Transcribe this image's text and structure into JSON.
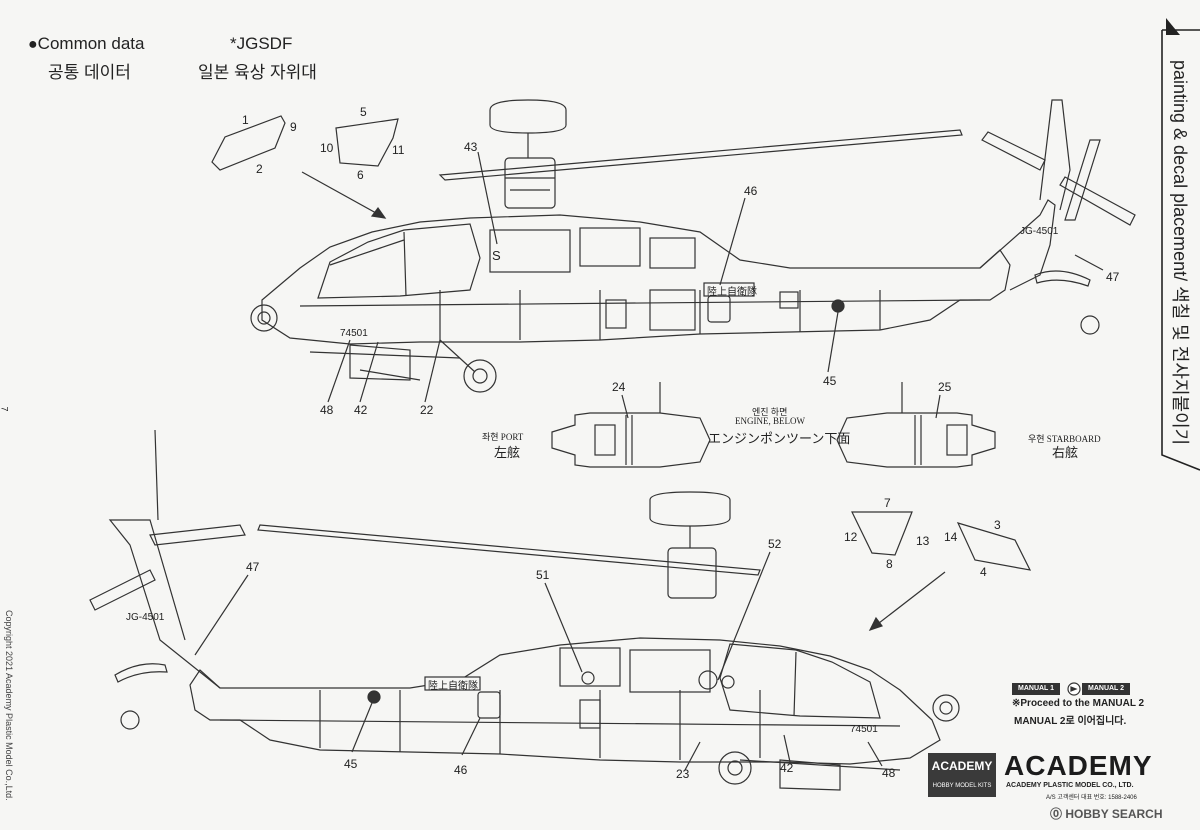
{
  "header": {
    "common_en": "Common data",
    "common_ko": "공통 데이터",
    "jgsdf_en": "*JGSDF",
    "jgsdf_ko": "일본 육상 자위대"
  },
  "side_tab": {
    "text": "painting & decal placement/ 색칠 및 전사지붙이기",
    "page_number": "7"
  },
  "copyright": "Copyright 2021 Academy Plastic Model Co.,Ltd.",
  "top_view": {
    "decal_labels": [
      "1",
      "9",
      "2",
      "5",
      "10",
      "11",
      "6"
    ],
    "callouts": [
      "43",
      "46",
      "47",
      "48",
      "42",
      "22",
      "45"
    ],
    "markings": {
      "serial": "74501",
      "tail": "JG-4501",
      "unit": "陸上自衛隊",
      "letter": "S"
    }
  },
  "engine_below": {
    "port_num": "24",
    "starboard_num": "25",
    "center_ko": "엔진 하면",
    "center_en": "ENGINE, BELOW",
    "center_jp": "エンジンポンツーン下面",
    "port_ko_en": "좌현 PORT",
    "port_jp": "左舷",
    "starboard_ko_en": "우현 STARBOARD",
    "starboard_jp": "右舷"
  },
  "bottom_view": {
    "decal_labels": [
      "7",
      "12",
      "13",
      "8",
      "3",
      "14",
      "4"
    ],
    "callouts": [
      "47",
      "51",
      "52",
      "45",
      "46",
      "23",
      "42",
      "48"
    ],
    "markings": {
      "serial": "74501",
      "tail": "JG-4501",
      "unit": "陸上自衛隊"
    }
  },
  "footer": {
    "manual1": "MANUAL 1",
    "manual2": "MANUAL 2",
    "proceed_en": "※Proceed to the MANUAL 2",
    "proceed_ko": "MANUAL 2로 이어집니다.",
    "logo_small": "ACADEMY",
    "logo_small_sub": "HOBBY MODEL KITS",
    "logo_big": "ACADEMY",
    "company": "ACADEMY PLASTIC MODEL CO., LTD.",
    "service": "A/S 고객센터 대표 번호: 1588-2406",
    "watermark": "HOBBY SEARCH"
  }
}
